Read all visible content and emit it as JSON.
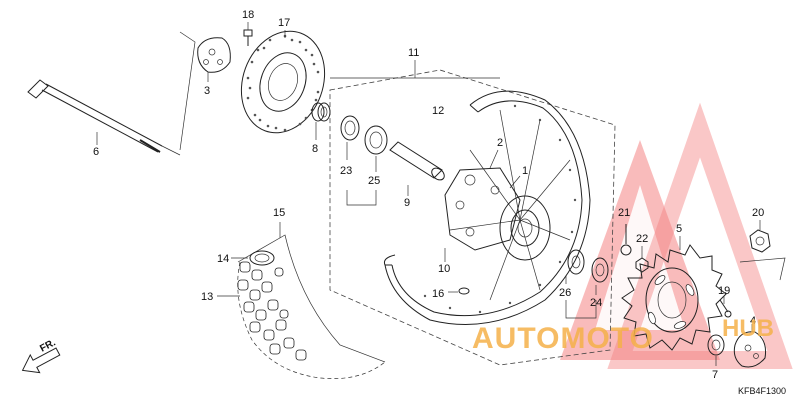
{
  "diagram": {
    "labels": {
      "p1": "1",
      "p2": "2",
      "p3": "3",
      "p4": "4",
      "p5": "5",
      "p6": "6",
      "p7": "7",
      "p8": "8",
      "p9": "9",
      "p10": "10",
      "p11": "11",
      "p12": "12",
      "p13": "13",
      "p14": "14",
      "p15": "15",
      "p16": "16",
      "p17": "17",
      "p18": "18",
      "p19": "19",
      "p20": "20",
      "p21": "21",
      "p22": "22",
      "p23": "23",
      "p24": "24",
      "p25": "25",
      "p26": "26"
    },
    "front_arrow": "FR.",
    "code": "KFB4F1300"
  },
  "watermark": {
    "text_auto": "AUTOMOTO",
    "text_hub": "HUB",
    "color": "#f26d6d"
  }
}
